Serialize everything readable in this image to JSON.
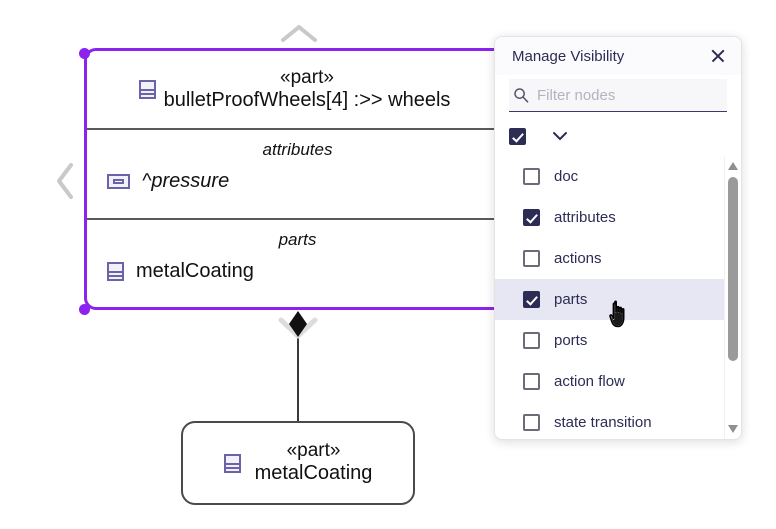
{
  "diagram": {
    "selected_part": {
      "stereotype": "«part»",
      "name": "bulletProofWheels[4] :>> wheels",
      "icon": "part-icon",
      "border_color": "#8B22F0",
      "compartments": [
        {
          "title": "attributes",
          "items": [
            {
              "label": "^pressure",
              "icon": "attribute-icon",
              "italic": true
            }
          ]
        },
        {
          "title": "parts",
          "items": [
            {
              "label": "metalCoating",
              "icon": "part-icon",
              "italic": false
            }
          ]
        }
      ]
    },
    "child_node": {
      "stereotype": "«part»",
      "name": "metalCoating",
      "icon": "part-icon"
    },
    "edge": {
      "kind": "composition",
      "marker": "filled-diamond"
    },
    "canvas_chevrons": {
      "top": "chevron-up-icon",
      "left": "chevron-left-icon"
    }
  },
  "panel": {
    "title": "Manage Visibility",
    "close_label": "×",
    "search": {
      "placeholder": "Filter nodes",
      "value": "",
      "icon": "search-icon"
    },
    "select_all": {
      "checked": true,
      "expand_icon": "chevron-down-icon"
    },
    "nodes": [
      {
        "label": "doc",
        "checked": false,
        "hovered": false
      },
      {
        "label": "attributes",
        "checked": true,
        "hovered": false
      },
      {
        "label": "actions",
        "checked": false,
        "hovered": false
      },
      {
        "label": "parts",
        "checked": true,
        "hovered": true
      },
      {
        "label": "ports",
        "checked": false,
        "hovered": false
      },
      {
        "label": "action flow",
        "checked": false,
        "hovered": false
      },
      {
        "label": "state transition",
        "checked": false,
        "hovered": false
      }
    ],
    "scrollbar": {
      "up_icon": "scroll-up-arrow-icon",
      "down_icon": "scroll-down-arrow-icon"
    }
  },
  "cursor": {
    "type": "pointer-hand-cursor"
  },
  "colors": {
    "accent_purple": "#8B22F0",
    "panel_text": "#2c2c54",
    "checkbox_checked": "#2c2c54",
    "row_hover": "#e7e6f3",
    "icon_outline": "#6b63a8"
  }
}
